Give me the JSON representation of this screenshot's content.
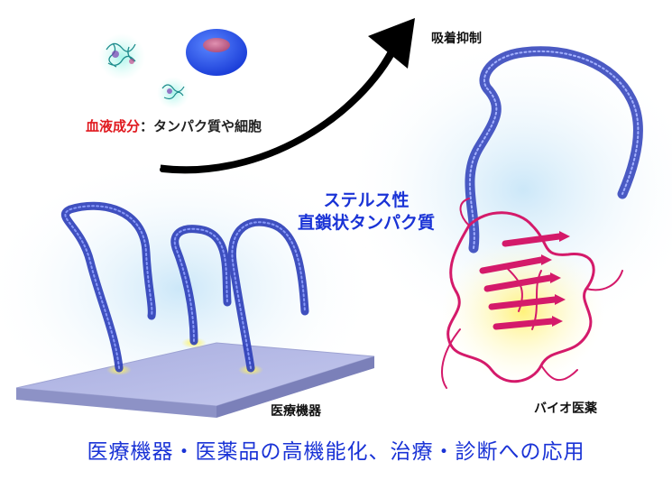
{
  "labels": {
    "adsorption_suppression": "吸着抑制",
    "blood_component_term": "血液成分",
    "blood_component_desc": "：タンパク質や細胞",
    "stealth_line1": "ステルス性",
    "stealth_line2": "直鎖状タンパク質",
    "medical_device": "医療機器",
    "bio_drug": "バイオ医薬",
    "footer": "医療機器・医薬品の高機能化、治療・診断への応用"
  },
  "colors": {
    "accent_blue": "#1a33d6",
    "accent_red": "#e0191f",
    "protein_chain": "#2b3db8",
    "bio_protein": "#d41a6a",
    "plate": "#b9bde6",
    "glow_yellow": "#fff27a"
  }
}
